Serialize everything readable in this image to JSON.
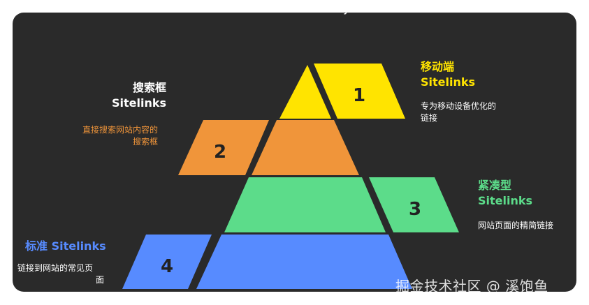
{
  "title": "Sitelinks Hierarchy",
  "colors": {
    "background": "#2a2a2a",
    "level1": "#ffe400",
    "level2": "#f0953a",
    "level3": "#5cdc8a",
    "level4": "#578bff"
  },
  "levels": [
    {
      "number": "1",
      "title_line1": "移动端",
      "title_line2": "Sitelinks",
      "desc_line1": "专为移动设备优化的",
      "desc_line2": "链接"
    },
    {
      "number": "2",
      "title_line1": "搜索框",
      "title_line2": "Sitelinks",
      "desc_line1": "直接搜索网站内容的",
      "desc_line2": "搜索框"
    },
    {
      "number": "3",
      "title_line1": "紧凑型",
      "title_line2": "Sitelinks",
      "desc_line1": "网站页面的精简链接",
      "desc_line2": ""
    },
    {
      "number": "4",
      "title_line1": "标准 Sitelinks",
      "title_line2": "",
      "desc_line1": "链接到网站的常见页",
      "desc_line2": "面"
    }
  ],
  "watermark": "掘金技术社区 @ 溪饱鱼"
}
